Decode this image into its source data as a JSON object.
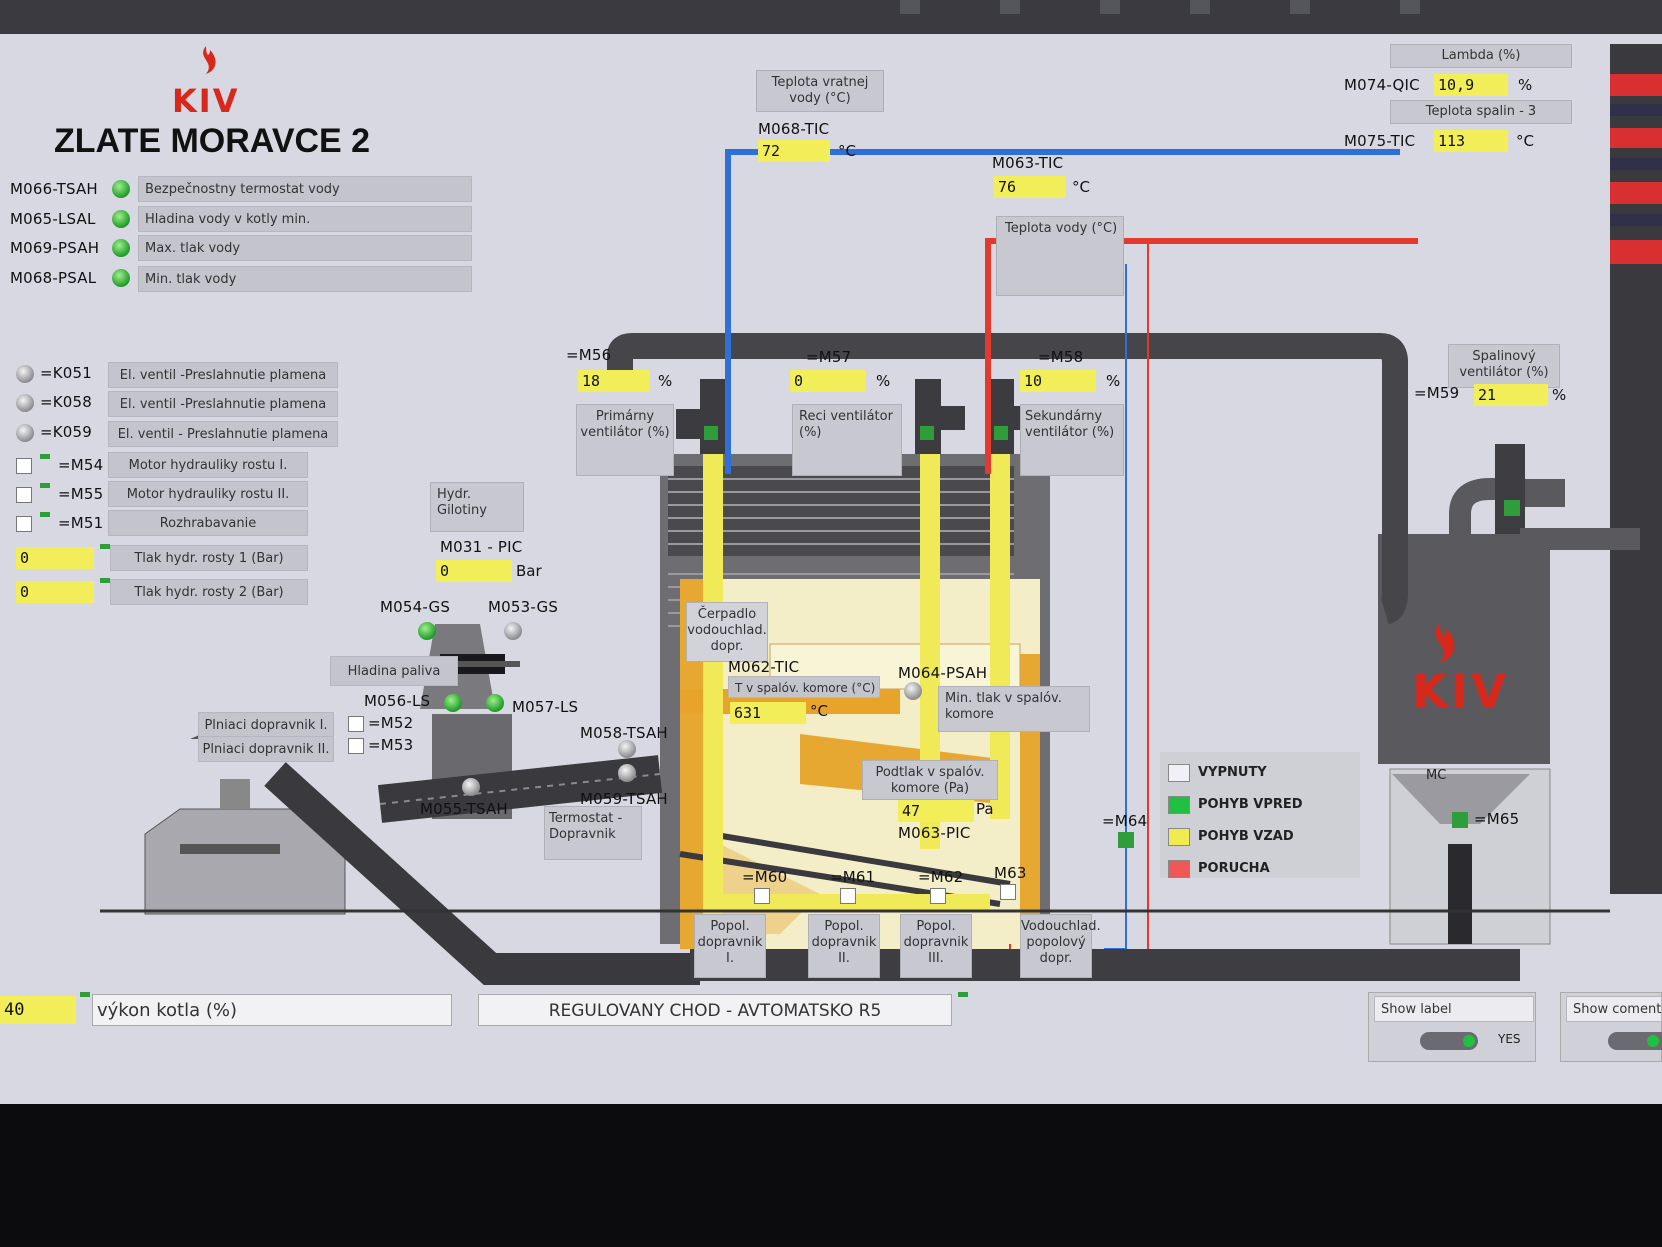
{
  "brand": {
    "logo_text": "KIV",
    "plant_title": "ZLATE MORAVCE 2"
  },
  "alarms": [
    {
      "tag": "M066-TSAH",
      "desc": "Bezpečnostny termostat vody"
    },
    {
      "tag": "M065-LSAL",
      "desc": "Hladina vody v kotly min."
    },
    {
      "tag": "M069-PSAH",
      "desc": "Max. tlak vody"
    },
    {
      "tag": "M068-PSAL",
      "desc": "Min. tlak vody"
    }
  ],
  "valves": [
    {
      "tag": "=K051",
      "desc": "El. ventil -Preslahnutie plamena"
    },
    {
      "tag": "=K058",
      "desc": "El. ventil -Preslahnutie plamena"
    },
    {
      "tag": "=K059",
      "desc": "El. ventil - Preslahnutie plamena"
    }
  ],
  "motors": [
    {
      "tag": "=M54",
      "desc": "Motor hydrauliky rostu I."
    },
    {
      "tag": "=M55",
      "desc": "Motor hydrauliky rostu II."
    },
    {
      "tag": "=M51",
      "desc": "Rozhrabavanie"
    }
  ],
  "hydraulics": [
    {
      "value": "0",
      "desc": "Tlak hydr. rosty 1 (Bar)"
    },
    {
      "value": "0",
      "desc": "Tlak hydr. rosty 2 (Bar)"
    }
  ],
  "return_water": {
    "label": "Teplota vratnej vody (°C)",
    "tag": "M068-TIC",
    "value": "72",
    "unit": "°C"
  },
  "supply_water": {
    "tag": "M063-TIC",
    "value": "76",
    "unit": "°C",
    "label": "Teplota vody (°C)"
  },
  "lambda": {
    "label": "Lambda (%)",
    "tag": "M074-QIC",
    "value": "10,9",
    "unit": "%"
  },
  "flue_temp": {
    "label": "Teplota spalin - 3",
    "tag": "M075-TIC",
    "value": "113",
    "unit": "°C"
  },
  "fans": [
    {
      "tag": "=M56",
      "value": "18",
      "unit": "%",
      "label": "Primárny ventilátor (%)"
    },
    {
      "tag": "=M57",
      "value": "0",
      "unit": "%",
      "label": "Reci ventilátor (%)"
    },
    {
      "tag": "=M58",
      "value": "10",
      "unit": "%",
      "label": "Sekundárny ventilátor (%)"
    }
  ],
  "flue_fan": {
    "label": "Spalinový ventilátor (%)",
    "tag": "=M59",
    "value": "21",
    "unit": "%"
  },
  "guillotine": {
    "label": "Hydr. Gilotiny",
    "tag": "M031 - PIC",
    "value": "0",
    "unit": "Bar"
  },
  "gates": {
    "left": "M054-GS",
    "right": "M053-GS"
  },
  "fuel_level": {
    "label": "Hladina paliva",
    "left": "M056-LS",
    "right": "M057-LS"
  },
  "feeders": [
    {
      "label": "Plniaci dopravnik I.",
      "tag": "=M52"
    },
    {
      "label": "Plniaci dopravnik II.",
      "tag": "=M53"
    }
  ],
  "sensors": {
    "tsah55": "M055-TSAH",
    "tsah58": "M058-TSAH",
    "tsah59": "M059-TSAH",
    "conveyor_thermostat": "Termostat - Dopravnik"
  },
  "pump": {
    "label": "Čerpadlo vodouchlad. dopr."
  },
  "chamber_temp": {
    "tag": "M062-TIC",
    "label": "T v spalóv. komore (°C)",
    "value": "631",
    "unit": "°C"
  },
  "chamber_press_min": {
    "tag": "M064-PSAH",
    "label": "Min. tlak v spalóv. komore"
  },
  "chamber_press": {
    "label": "Podtlak v spalóv. komore (Pa)",
    "value": "47",
    "unit": "Pa",
    "tag": "M063-PIC"
  },
  "grate_motors": [
    "=M60",
    "=M61",
    "=M62",
    "M63"
  ],
  "ash_conveyors": [
    {
      "label": "Popol. dopravnik I."
    },
    {
      "label": "Popol. dopravnik II."
    },
    {
      "label": "Popol. dopravnik III."
    },
    {
      "label": "Vodouchlad. popolový dopr."
    }
  ],
  "m64": "=M64",
  "m65": "=M65",
  "mc": "MC",
  "legend": [
    {
      "label": "VYPNUTY",
      "color": "#f0f0f6"
    },
    {
      "label": "POHYB VPRED",
      "color": "#22c040"
    },
    {
      "label": "POHYB VZAD",
      "color": "#f0ec50"
    },
    {
      "label": "PORUCHA",
      "color": "#f05858"
    }
  ],
  "boiler_output": {
    "value": "40",
    "label": "výkon kotla (%)"
  },
  "mode": {
    "text": "REGULOVANY CHOD - AVTOMATSKO R5"
  },
  "toggles": [
    {
      "label": "Show label",
      "state": "YES"
    },
    {
      "label": "Show coment"
    }
  ],
  "colors": {
    "water_return": "#2e6fd8",
    "water_supply": "#e23a2e",
    "fuel_pipe": "#f0ea58",
    "brand_red": "#d8281c"
  }
}
